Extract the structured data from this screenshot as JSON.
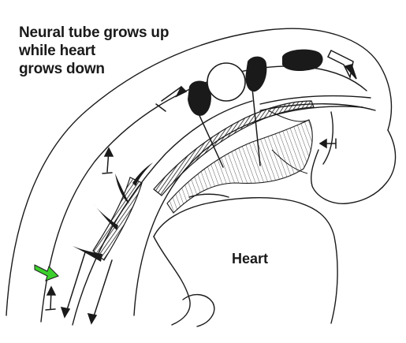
{
  "title_lines": [
    "Neural tube grows up",
    "while heart",
    "grows down"
  ],
  "heart_label": "Heart",
  "colors": {
    "ink": "#1a1a1a",
    "highlight_arrow": "#3ccf2e",
    "background": "#ffffff"
  },
  "icons": [
    "green-arrow-icon",
    "up-arrow-icon",
    "down-arrow-icon",
    "left-arrow-icon"
  ]
}
